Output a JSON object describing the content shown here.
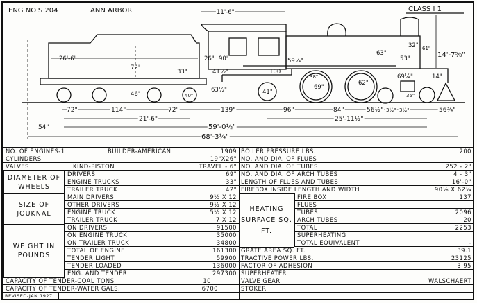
{
  "header": {
    "engine": "ENG NO'S 204",
    "railroad": "ANN ARBOR",
    "class": "CLASS I 1"
  },
  "dims": {
    "cab_top": "11'-6\"",
    "tender_len": "26'-6\"",
    "tender_h": "72\"",
    "d26": "26\"",
    "d90": "90\"",
    "d33": "33\"",
    "d41": "41½\"",
    "d100": "100",
    "d59": "59¼\"",
    "d63": "63\"",
    "d53": "53\"",
    "d32": "32\"",
    "d61": "61\"",
    "height": "14'-7⅝\"",
    "d69": "69¼\"",
    "d14": "14\"",
    "d63h": "63½\"",
    "d46": "46\"",
    "w40": "40\"",
    "w41": "41\"",
    "w38": "38\"",
    "w69": "69\"",
    "w62": "62\"",
    "w35": "35\"",
    "b72a": "72\"",
    "b114": "114\"",
    "b72b": "72\"",
    "b139": "139\"",
    "b96": "96\"",
    "b84": "84\"",
    "b56": "56½\"",
    "b3a": "3½\"",
    "b3b": "3½\"",
    "b56b": "56¾\"",
    "wb_tender": "21'-6\"",
    "wb_engine": "25'-11½\"",
    "b54": "54\"",
    "wb_total": "59'-0½\"",
    "overall": "68'-3¼\""
  },
  "left": {
    "engines": "NO. OF ENGINES-1",
    "builder": "BUILDER-AMERICAN",
    "year": "1909",
    "cylinders": "CYLINDERS",
    "cylinders_v": "19\"X26\"",
    "valves": "VALVES",
    "valves_kind": "KIND-PISTON",
    "valves_travel": "TRAVEL - 6\"",
    "diam_group": "DIAMETER OF WHEELS",
    "diam": [
      {
        "l": "DRIVERS",
        "v": "69\""
      },
      {
        "l": "ENGINE TRUCKS",
        "v": "33\""
      },
      {
        "l": "TRAILER TRUCK",
        "v": "42\""
      }
    ],
    "journal_group": "SIZE OF JOUKNAL",
    "journal": [
      {
        "l": "MAIN DRIVERS",
        "v": "9½ X 12"
      },
      {
        "l": "OTHER DRIVERS",
        "v": "9½ X 12"
      },
      {
        "l": "ENGINE TRUCK",
        "v": "5½ X 12"
      },
      {
        "l": "TRAILER TRUCK",
        "v": "7 X 12"
      }
    ],
    "weight_group": "WEIGHT IN POUNDS",
    "weight": [
      {
        "l": "ON DRIVERS",
        "v": "91500"
      },
      {
        "l": "ON ENGINE TRUCK",
        "v": "35000"
      },
      {
        "l": "ON TRAILER TRUCK",
        "v": "34800"
      },
      {
        "l": "TOTAL OF ENGINE",
        "v": "161300"
      },
      {
        "l": "TENDER LIGHT",
        "v": "59900"
      },
      {
        "l": "TENDER LOADED",
        "v": "136000"
      },
      {
        "l": "ENG. AND TENDER",
        "v": "297300"
      }
    ],
    "coal": "CAPACITY OF TENDER-COAL TONS",
    "coal_v": "10",
    "water": "CAPACITY OF TENDER-WATER GALS.",
    "water_v": "6700",
    "revised": "REVISED-JAN 1927."
  },
  "right": {
    "rows": [
      {
        "l": "BOILER PRESSURE LBS.",
        "v": "200"
      },
      {
        "l": "NO. AND DIA. OF FLUES",
        "v": ""
      },
      {
        "l": "NO. AND DIA. OF TUBES",
        "v": "252 - 2\""
      },
      {
        "l": "NO. AND DIA. OF ARCH TUBES",
        "v": "4 - 3\""
      },
      {
        "l": "LENGTH OF FLUES AND TUBES",
        "v": "16'-0\""
      },
      {
        "l": "FIREBOX INSIDE LENGTH AND WIDTH",
        "v": "90⅛ X 62¼"
      }
    ],
    "heat_group": "HEATING SURFACE SQ. FT.",
    "heat": [
      {
        "l": "FIRE BOX",
        "v": "137"
      },
      {
        "l": "FLUES",
        "v": ""
      },
      {
        "l": "TUBES",
        "v": "2096"
      },
      {
        "l": "ARCH TUBES",
        "v": "20"
      },
      {
        "l": "TOTAL",
        "v": "2253"
      },
      {
        "l": "SUPERHEATING",
        "v": ""
      },
      {
        "l": "TOTAL EQUIVALENT",
        "v": "-"
      }
    ],
    "rows2": [
      {
        "l": "GRATE AREA SQ. FT.",
        "v": "39.1"
      },
      {
        "l": "TRACTIVE POWER LBS.",
        "v": "23125"
      },
      {
        "l": "FACTOR OF ADHESION",
        "v": "3.95"
      },
      {
        "l": "SUPERHEATER",
        "v": ""
      },
      {
        "l": "VALVE GEAR",
        "v": "WALSCHAERT"
      },
      {
        "l": "STOKER",
        "v": ""
      }
    ]
  }
}
